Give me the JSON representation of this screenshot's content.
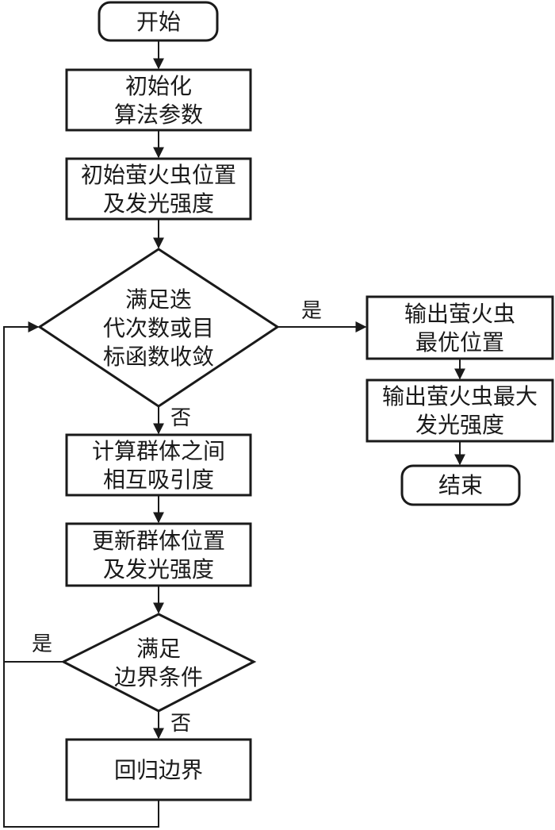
{
  "nodes": {
    "start": {
      "lines": [
        "开始"
      ]
    },
    "init_params": {
      "lines": [
        "初始化",
        "算法参数"
      ]
    },
    "init_fireflies": {
      "lines": [
        "初始萤火虫位置",
        "及发光强度"
      ]
    },
    "check_converge": {
      "lines": [
        "满足迭",
        "代次数或目",
        "标函数收敛"
      ]
    },
    "calc_attraction": {
      "lines": [
        "计算群体之间",
        "相互吸引度"
      ]
    },
    "update_positions": {
      "lines": [
        "更新群体位置",
        "及发光强度"
      ]
    },
    "check_boundary": {
      "lines": [
        "满足",
        "边界条件"
      ]
    },
    "return_boundary": {
      "lines": [
        "回归边界"
      ]
    },
    "output_best_position": {
      "lines": [
        "输出萤火虫",
        "最优位置"
      ]
    },
    "output_max_brightness": {
      "lines": [
        "输出萤火虫最大",
        "发光强度"
      ]
    },
    "end": {
      "lines": [
        "结束"
      ]
    }
  },
  "edge_labels": {
    "converge_yes": "是",
    "converge_no": "否",
    "boundary_yes": "是",
    "boundary_no": "否"
  }
}
